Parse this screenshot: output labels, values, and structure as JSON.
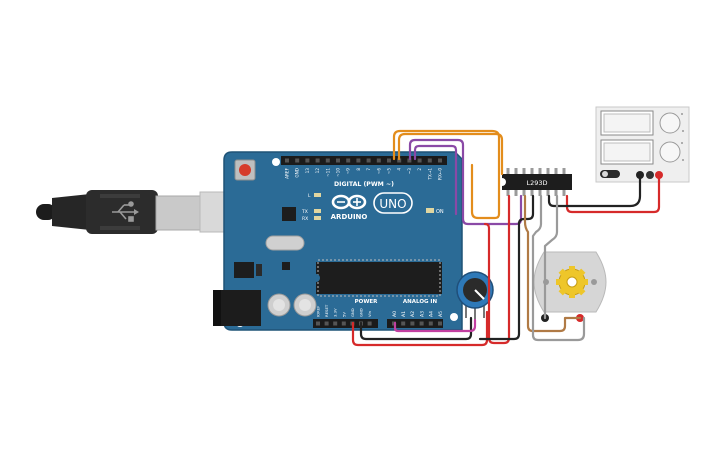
{
  "colors": {
    "board": "#2b6b96",
    "board_edge": "#1f5377",
    "header": "#1b1b1b",
    "wire_red": "#d62a2a",
    "wire_black": "#222222",
    "wire_orange": "#e38d1c",
    "wire_purple": "#8a49a6",
    "wire_magenta": "#c23fa0",
    "wire_tan": "#b07a45",
    "wire_gray": "#9a9a9a",
    "pot_body": "#2e79b8"
  },
  "board": {
    "digital_label": "DIGITAL (PWM ~)",
    "brand": "ARDUINO",
    "model": "UNO",
    "on_label": "ON",
    "l_label": "L",
    "tx_label": "TX",
    "rx_label": "RX",
    "power_label": "POWER",
    "analog_label": "ANALOG IN",
    "digital_pins": [
      "AREF",
      "GND",
      "13",
      "12",
      "~11",
      "~10",
      "~9",
      "8",
      "7",
      "~6",
      "~5",
      "4",
      "~3",
      "2",
      "TX→1",
      "RX←0"
    ],
    "power_pins": [
      "IOREF",
      "RESET",
      "3.3V",
      "5V",
      "GND",
      "GND",
      "Vin"
    ],
    "analog_pins": [
      "A0",
      "A1",
      "A2",
      "A3",
      "A4",
      "A5"
    ]
  },
  "driver": {
    "label": "L293D"
  },
  "supply": {
    "labels": [
      "",
      ""
    ]
  },
  "icons": [
    "usb-plug-icon",
    "infinity-logo-icon",
    "gear-icon"
  ]
}
